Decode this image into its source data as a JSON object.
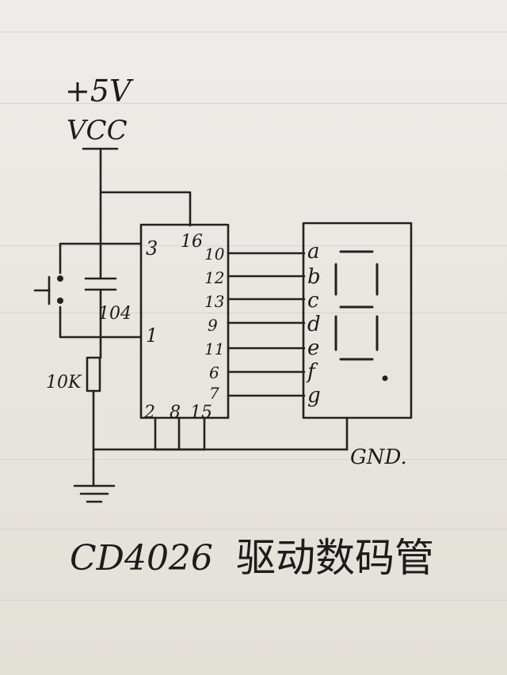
{
  "supply": {
    "voltage": "+5V",
    "rail": "VCC"
  },
  "capacitor": {
    "value": "104"
  },
  "resistor": {
    "value": "10K"
  },
  "chip": {
    "name": "CD4026",
    "left_pins": [
      "3",
      "1"
    ],
    "top_pins": [
      "16"
    ],
    "bottom_pins": [
      "2",
      "8",
      "15"
    ],
    "right_pins": [
      "10",
      "12",
      "13",
      "9",
      "11",
      "6",
      "7"
    ]
  },
  "display": {
    "segments": [
      "a",
      "b",
      "c",
      "d",
      "e",
      "f",
      "g"
    ]
  },
  "ground": {
    "label": "GND."
  },
  "caption": {
    "chip": "CD4026",
    "text": "驱动数码管"
  },
  "colors": {
    "paper": "#e9e6df",
    "ink": "#222222",
    "rule": "#d6d4cf"
  }
}
